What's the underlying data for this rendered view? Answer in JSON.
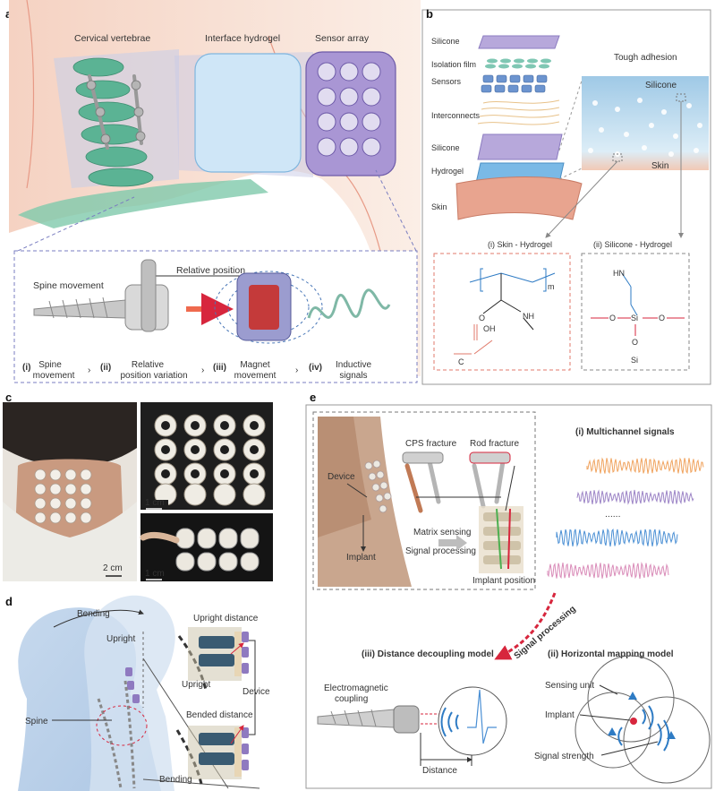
{
  "panel_a": {
    "letter": "a",
    "labels": {
      "cervical": "Cervical vertebrae",
      "hydrogel": "Interface hydrogel",
      "sensor": "Sensor array"
    },
    "inset": {
      "spine_movement": "Spine movement",
      "relative_position": "Relative position",
      "steps": [
        {
          "num": "(i)",
          "line1": "Spine",
          "line2": "movement"
        },
        {
          "num": "(ii)",
          "line1": "Relative",
          "line2": "position variation"
        },
        {
          "num": "(iii)",
          "line1": "Magnet",
          "line2": "movement"
        },
        {
          "num": "(iv)",
          "line1": "Inductive",
          "line2": "signals"
        }
      ]
    }
  },
  "panel_b": {
    "letter": "b",
    "layers": [
      "Silicone",
      "Isolation film",
      "Sensors",
      "Interconnects",
      "Silicone",
      "Hydrogel",
      "Skin"
    ],
    "tough_adhesion": "Tough adhesion",
    "zoom_top": "Silicone",
    "zoom_bottom": "Skin",
    "chem_left": {
      "title": "(i) Skin - Hydrogel",
      "m": "m",
      "O": "O",
      "OH": "OH",
      "NH": "NH",
      "C": "C"
    },
    "chem_right": {
      "title": "(ii) Silicone - Hydrogel",
      "HN": "HN",
      "O1": "O",
      "Si": "Si",
      "O2": "O",
      "O3": "O",
      "Si2": "Si"
    }
  },
  "panel_c": {
    "letter": "c",
    "scale1": "2 cm",
    "scale2": "1 cm",
    "scale3": "1 cm"
  },
  "panel_d": {
    "letter": "d",
    "bending_top": "Bending",
    "upright_top": "Upright",
    "upright_distance": "Upright distance",
    "upright": "Upright",
    "device": "Device",
    "bended_distance": "Bended distance",
    "spine": "Spine",
    "bending_bottom": "Bending"
  },
  "panel_e": {
    "letter": "e",
    "cps_fracture": "CPS fracture",
    "rod_fracture": "Rod fracture",
    "device": "Device",
    "implant": "Implant",
    "matrix_sensing": "Matrix sensing",
    "signal_processing": "Signal processing",
    "implant_position": "Implant position",
    "multichannel": "(i) Multichannel signals",
    "dots": "......",
    "arrow_label": "Signal processing",
    "distance_model": "(iii) Distance decoupling model",
    "horizontal_model": "(ii) Horizontal mapping model",
    "em_line1": "Electromagnetic",
    "em_line2": "coupling",
    "distance": "Distance",
    "sensing_unit": "Sensing unit",
    "implant2": "Implant",
    "signal_strength": "Signal strength"
  },
  "colors": {
    "accent_red": "#d7263d",
    "accent_blue": "#2e7bc4",
    "signal_orange": "#f0a35e",
    "signal_purple": "#9c84c6",
    "signal_blue": "#4a8fd4",
    "signal_pink": "#d98bb8"
  }
}
